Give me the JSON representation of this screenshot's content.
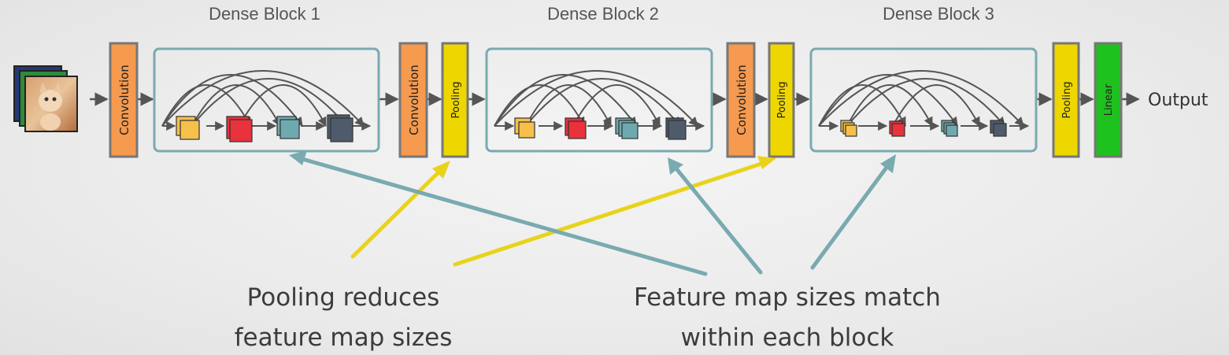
{
  "blocks": [
    {
      "title": "Dense Block 1"
    },
    {
      "title": "Dense Block 2"
    },
    {
      "title": "Dense Block 3"
    }
  ],
  "layers": {
    "convolution": "Convolution",
    "pooling": "Pooling",
    "linear": "Linear"
  },
  "output_label": "Output",
  "annotations": {
    "pooling": [
      "Pooling reduces",
      "feature map sizes"
    ],
    "feature": [
      "Feature map sizes match",
      "within each block"
    ]
  },
  "colors": {
    "convolution": "#f59a4f",
    "pooling": "#eed600",
    "linear": "#1fc11f",
    "block_border": "#79aab0",
    "pooling_arrow": "#e9d31a",
    "feature_arrow": "#79aab0",
    "map_yellow": "#f6c04a",
    "map_red": "#e8323c",
    "map_teal": "#6fa9b0",
    "map_slate": "#4f5b6b"
  },
  "input_image": {
    "icon": "kitten-image-icon"
  }
}
